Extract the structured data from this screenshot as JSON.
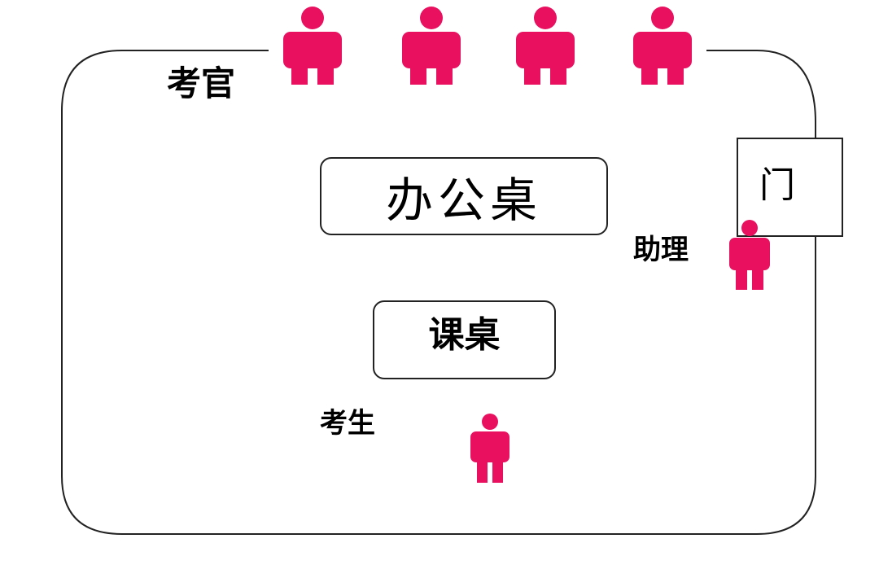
{
  "diagram": {
    "labels": {
      "examiners": "考官",
      "office_desk": "办公桌",
      "school_desk": "课桌",
      "door": "门",
      "assistant": "助理",
      "candidate": "考生"
    },
    "colors": {
      "person": "#e8105f",
      "outline": "#222222",
      "background": "#ffffff"
    },
    "icons": {
      "person": "person-icon"
    },
    "examiner_count": 4
  }
}
